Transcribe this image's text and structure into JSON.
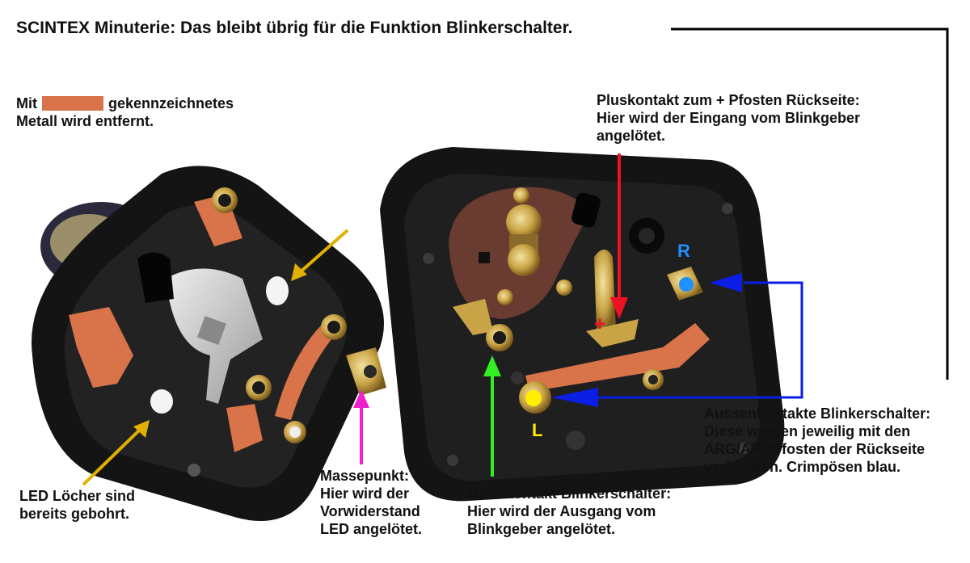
{
  "title": "SCINTEX Minuterie: Das bleibt übrig für die Funktion Blinkerschalter.",
  "legend": {
    "prefix": "Mit",
    "suffix": "gekennzeichnetes",
    "line2": "Metall wird entfernt."
  },
  "labels": {
    "plus": [
      "Pluskontakt zum + Pfosten Rückseite:",
      "Hier wird der Eingang vom Blinkgeber",
      "angelötet."
    ],
    "led": [
      "LED Löcher sind",
      "bereits gebohrt."
    ],
    "masse": [
      "Massepunkt:",
      "Hier wird der",
      "Vorwiderstand",
      "LED angelötet."
    ],
    "mittel": [
      "Mittelkontakt Blinkerschalter:",
      "Hier wird der Ausgang vom",
      "Blinkgeber angelötet."
    ],
    "aussen": [
      "Aussenkontakte Blinkerschalter:",
      "Diese werden jeweilig mit den",
      "ARG/ARDPfosten der Rückseite",
      "verbunden. Crimpösen blau."
    ]
  },
  "contacts": {
    "right": "R",
    "left": "L",
    "plus_sign": "+"
  },
  "colors": {
    "removed_metal": "#d9734a",
    "arrow_yellow": "#e0b100",
    "arrow_magenta": "#ee22cc",
    "arrow_green": "#33ee22",
    "arrow_red": "#ee1122",
    "arrow_blue": "#0a1ee6",
    "contact_blue": "#1e90ff",
    "contact_yellow": "#ffee00"
  }
}
